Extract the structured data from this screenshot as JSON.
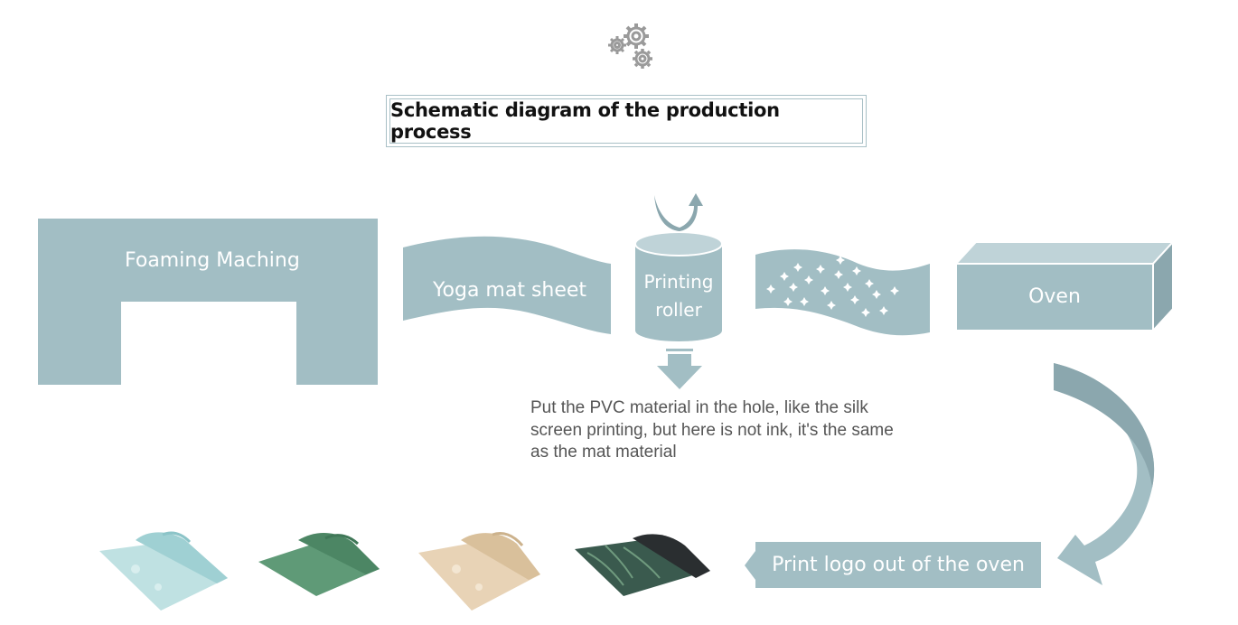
{
  "title": "Schematic diagram of the production process",
  "steps": {
    "foaming_machine": "Foaming Maching",
    "yoga_mat_sheet": "Yoga mat sheet",
    "printing_roller": [
      "Printing",
      "roller"
    ],
    "oven": "Oven",
    "print_logo": "Print logo out of the oven"
  },
  "note": "Put the PVC material in the hole, like the silk screen printing, but here is not ink, it's the same as the mat material",
  "icons": [
    "gears-icon",
    "arrow-down-icon",
    "curved-arrow-icon",
    "arrow-left-icon"
  ],
  "products": [
    {
      "name": "light-blue-yoga-mat"
    },
    {
      "name": "green-yoga-mat"
    },
    {
      "name": "beige-yoga-mat"
    },
    {
      "name": "leaf-pattern-yoga-mat"
    }
  ],
  "colors": {
    "shape": "#a2bec4",
    "shape_dark": "#8ba7ae",
    "text_dark": "#555555"
  }
}
